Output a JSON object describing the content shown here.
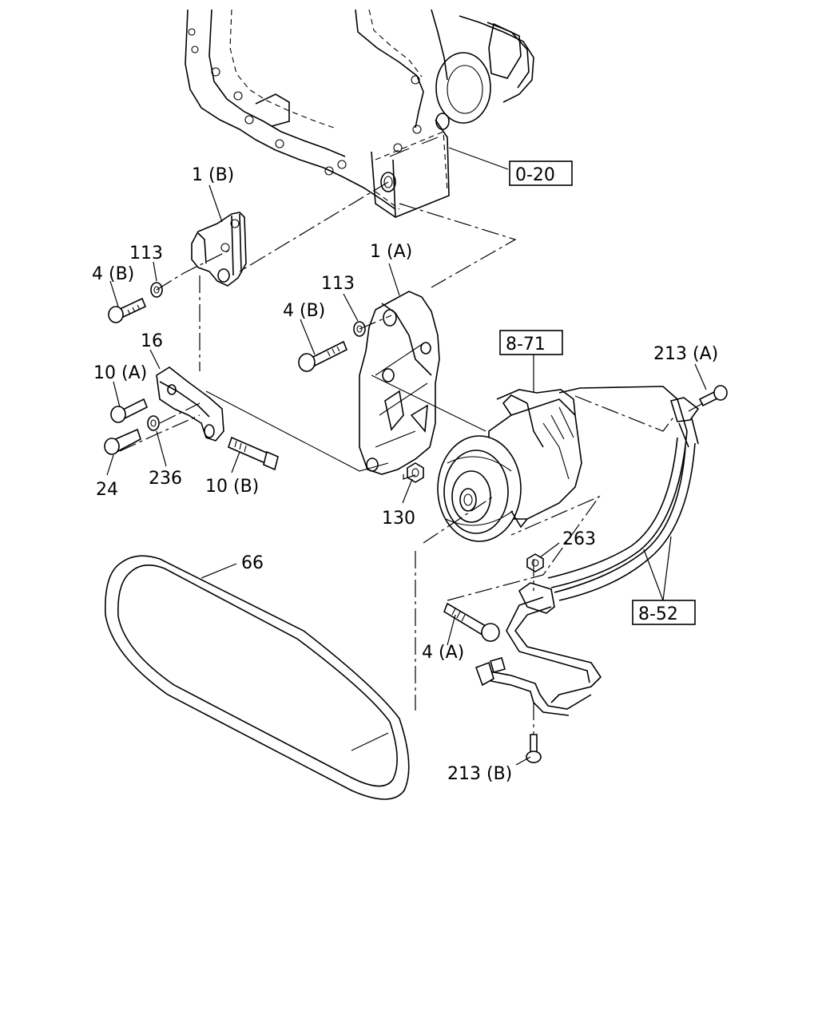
{
  "callouts": {
    "p1b": "1 (B)",
    "p113a": "113",
    "p4b_a": "4 (B)",
    "p1a": "1 (A)",
    "p113b": "113",
    "p4b_b": "4 (B)",
    "p16": "16",
    "p10a": "10 (A)",
    "p24": "24",
    "p236": "236",
    "p10b": "10 (B)",
    "p130": "130",
    "p66": "66",
    "p263": "263",
    "p4a": "4 (A)",
    "p213a": "213 (A)",
    "p213b": "213 (B)"
  },
  "references": {
    "r020": "0-20",
    "r871": "8-71",
    "r852": "8-52"
  }
}
